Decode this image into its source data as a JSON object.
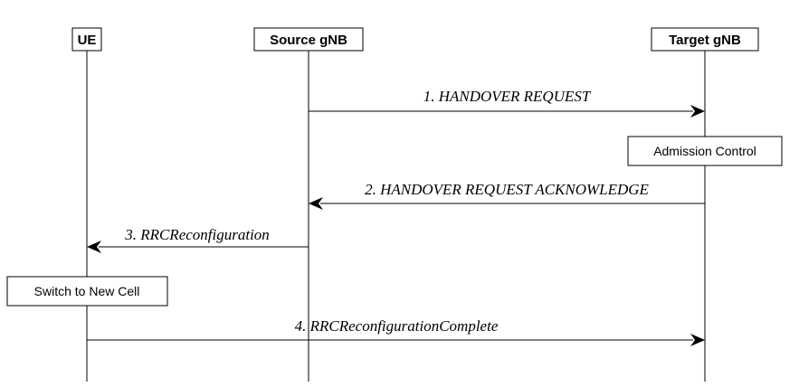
{
  "entities": {
    "ue": "UE",
    "source": "Source gNB",
    "target": "Target gNB"
  },
  "messages": {
    "m1": "1. HANDOVER REQUEST",
    "m2": "2. HANDOVER REQUEST ACKNOWLEDGE",
    "m3": "3. RRCReconfiguration",
    "m4": "4. RRCReconfigurationComplete"
  },
  "actions": {
    "admission": "Admission Control",
    "switch": "Switch to New Cell"
  },
  "colors": {
    "line": "#000000",
    "background": "#ffffff"
  }
}
